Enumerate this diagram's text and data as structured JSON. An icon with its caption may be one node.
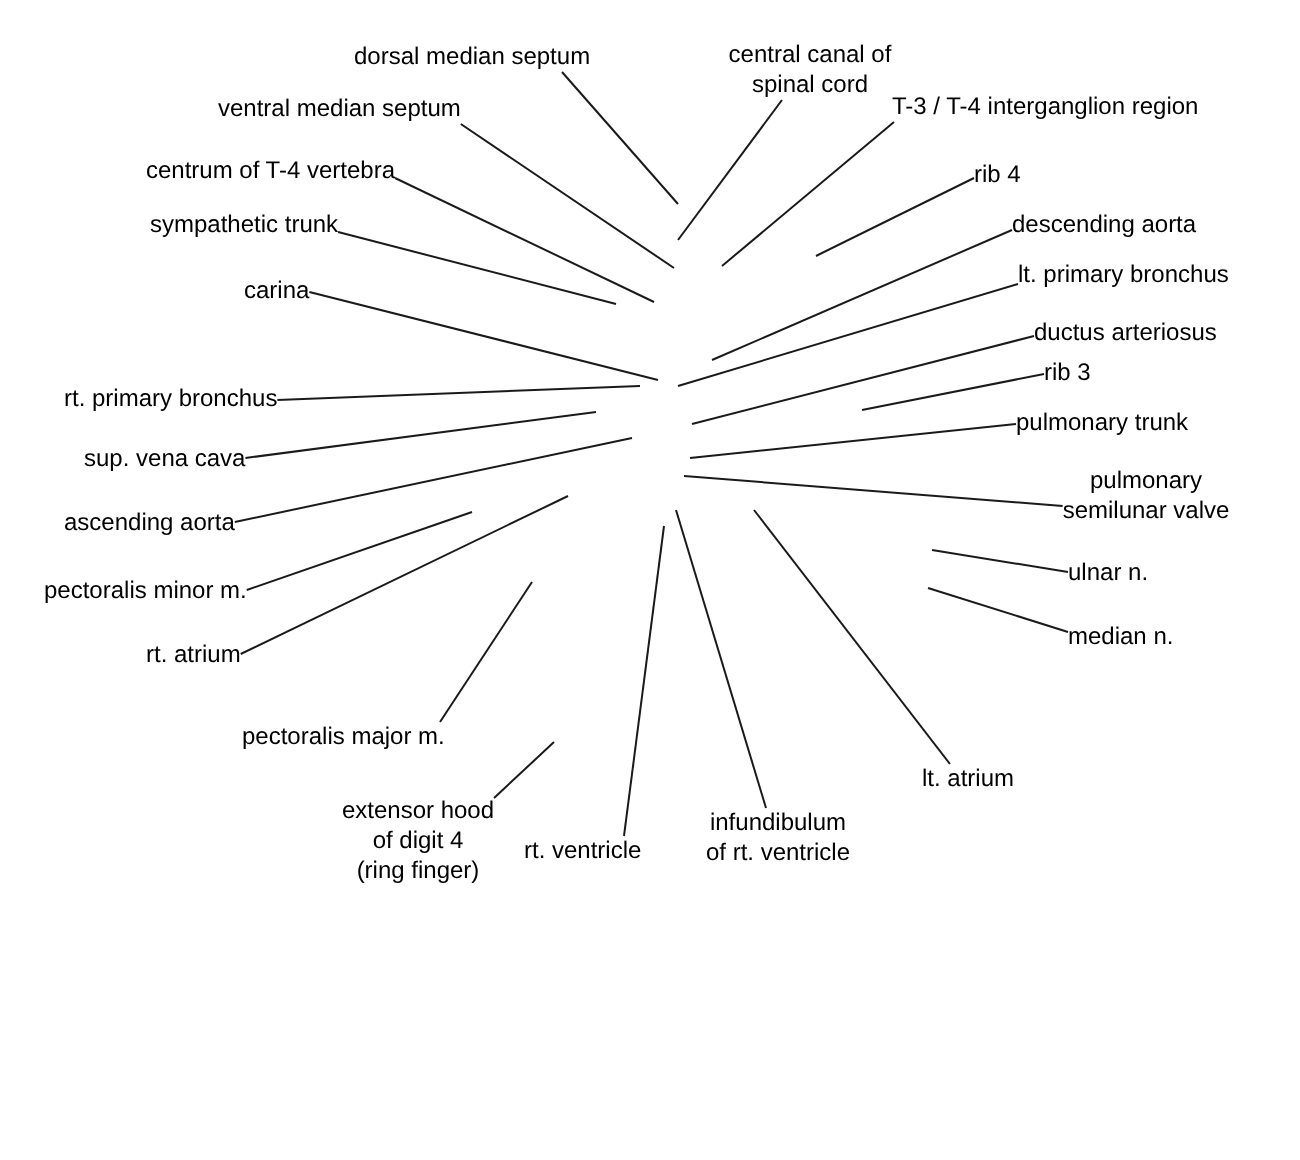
{
  "diagram": {
    "nodes": [
      {
        "text": [
          "dorsal median septum"
        ]
      },
      {
        "text": [
          "central canal of spinal cord"
        ]
      },
      {
        "text": [
          "ventral median septum"
        ]
      },
      {
        "text": [
          "T-3 / T-4 interganglion region"
        ]
      },
      {
        "text": [
          "centrum of T-4 vertebra"
        ]
      },
      {
        "text": [
          "rib 4"
        ]
      },
      {
        "text": [
          "sympathetic trunk"
        ]
      },
      {
        "text": [
          "descending aorta"
        ]
      },
      {
        "text": [
          "lt. primary bronchus"
        ]
      },
      {
        "text": [
          "carina"
        ]
      },
      {
        "text": [
          "ductus arteriosus"
        ]
      },
      {
        "text": [
          "rib 3"
        ]
      },
      {
        "text": [
          "rt. primary bronchus"
        ]
      },
      {
        "text": [
          "pulmonary trunk"
        ]
      },
      {
        "text": [
          "sup. vena cava"
        ]
      },
      {
        "text": [
          "pulmonary semilunar valve"
        ]
      },
      {
        "text": [
          "ascending aorta"
        ]
      },
      {
        "text": [
          "ulnar n."
        ]
      },
      {
        "text": [
          "pectoralis minor m."
        ]
      },
      {
        "text": [
          "median n."
        ]
      },
      {
        "text": [
          "rt. atrium"
        ]
      },
      {
        "text": [
          "pectoralis major m."
        ]
      },
      {
        "text": [
          "lt. atrium"
        ]
      },
      {
        "text": [
          "extensor hood of digit 4 (ring finger)"
        ]
      },
      {
        "text": [
          "infundibulum of rt. ventricle"
        ]
      },
      {
        "text": [
          "rt. ventricle"
        ]
      }
    ],
    "edges": [
      {
        "from": 0,
        "to": null,
        "arrow": "none"
      },
      {
        "from": 1,
        "to": null,
        "arrow": "none"
      },
      {
        "from": 2,
        "to": null,
        "arrow": "none"
      },
      {
        "from": 3,
        "to": null,
        "arrow": "none"
      },
      {
        "from": 4,
        "to": null,
        "arrow": "none"
      },
      {
        "from": 5,
        "to": null,
        "arrow": "none"
      },
      {
        "from": 6,
        "to": null,
        "arrow": "none"
      },
      {
        "from": 7,
        "to": null,
        "arrow": "none"
      },
      {
        "from": 8,
        "to": null,
        "arrow": "none"
      },
      {
        "from": 9,
        "to": null,
        "arrow": "none"
      },
      {
        "from": 10,
        "to": null,
        "arrow": "none"
      },
      {
        "from": 11,
        "to": null,
        "arrow": "none"
      },
      {
        "from": 12,
        "to": null,
        "arrow": "none"
      },
      {
        "from": 13,
        "to": null,
        "arrow": "none"
      },
      {
        "from": 14,
        "to": null,
        "arrow": "none"
      },
      {
        "from": 15,
        "to": null,
        "arrow": "none"
      },
      {
        "from": 16,
        "to": null,
        "arrow": "none"
      },
      {
        "from": 17,
        "to": null,
        "arrow": "none"
      },
      {
        "from": 18,
        "to": null,
        "arrow": "none"
      },
      {
        "from": 19,
        "to": null,
        "arrow": "none"
      },
      {
        "from": 20,
        "to": null,
        "arrow": "none"
      },
      {
        "from": 21,
        "to": null,
        "arrow": "none"
      },
      {
        "from": 22,
        "to": null,
        "arrow": "none"
      },
      {
        "from": 23,
        "to": null,
        "arrow": "none"
      },
      {
        "from": 24,
        "to": null,
        "arrow": "none"
      },
      {
        "from": 25,
        "to": null,
        "arrow": "none"
      }
    ]
  }
}
